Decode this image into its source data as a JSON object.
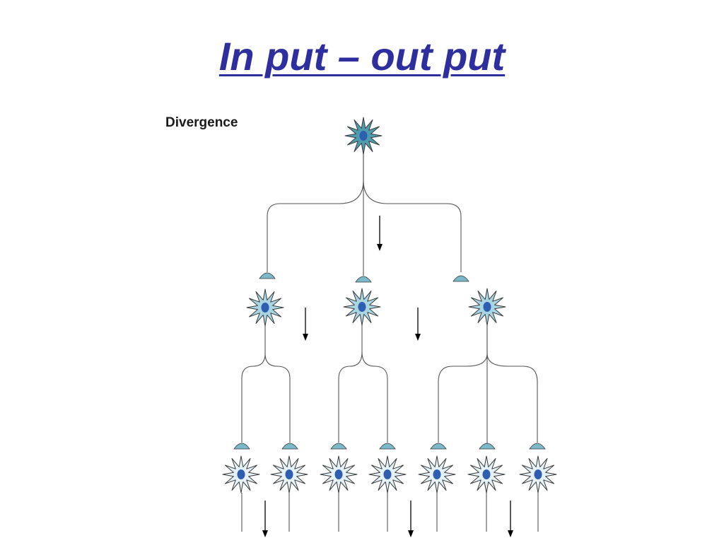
{
  "slide": {
    "title": "In put – out put",
    "title_color": "#2E2E9E"
  },
  "diagram": {
    "label": "Divergence",
    "label_color": "#1a1a1a",
    "layers": [
      {
        "level": 1,
        "neurons": 1
      },
      {
        "level": 2,
        "neurons": 3
      },
      {
        "level": 3,
        "neurons": 7
      }
    ],
    "colors": {
      "neuron_level_1": "#4E9BAD",
      "neuron_level_2": "#A9D5E3",
      "neuron_level_3": "#E4F2F7",
      "nucleus": "#2F5DB0",
      "axon_terminal": "#7BB8C8",
      "line": "#555555",
      "arrow": "#000000"
    }
  }
}
